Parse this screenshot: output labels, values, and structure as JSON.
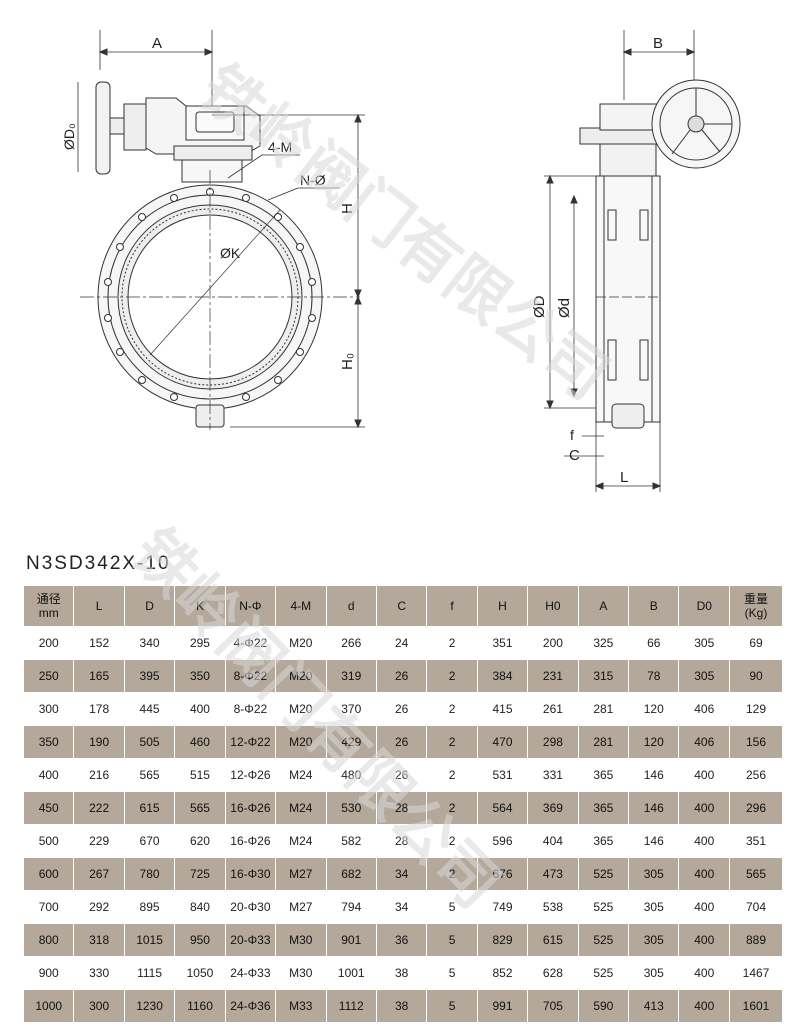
{
  "drawing": {
    "front_labels": [
      "A",
      "ØD₀",
      "4-M",
      "N-Ø",
      "H",
      "ØK",
      "H₀"
    ],
    "side_labels": [
      "B",
      "ØD",
      "Ød",
      "f",
      "C",
      "L"
    ]
  },
  "watermark": "铁岭阀门有限公司",
  "table": {
    "title": "N3SD342X-10",
    "headers": [
      "通径\nmm",
      "L",
      "D",
      "K",
      "N-Φ",
      "4-M",
      "d",
      "C",
      "f",
      "H",
      "H0",
      "A",
      "B",
      "D0",
      "重量\n(Kg)"
    ],
    "rows": [
      [
        "200",
        "152",
        "340",
        "295",
        "4-Φ22",
        "M20",
        "266",
        "24",
        "2",
        "351",
        "200",
        "325",
        "66",
        "305",
        "69"
      ],
      [
        "250",
        "165",
        "395",
        "350",
        "8-Φ22",
        "M20",
        "319",
        "26",
        "2",
        "384",
        "231",
        "315",
        "78",
        "305",
        "90"
      ],
      [
        "300",
        "178",
        "445",
        "400",
        "8-Φ22",
        "M20",
        "370",
        "26",
        "2",
        "415",
        "261",
        "281",
        "120",
        "406",
        "129"
      ],
      [
        "350",
        "190",
        "505",
        "460",
        "12-Φ22",
        "M20",
        "429",
        "26",
        "2",
        "470",
        "298",
        "281",
        "120",
        "406",
        "156"
      ],
      [
        "400",
        "216",
        "565",
        "515",
        "12-Φ26",
        "M24",
        "480",
        "26",
        "2",
        "531",
        "331",
        "365",
        "146",
        "400",
        "256"
      ],
      [
        "450",
        "222",
        "615",
        "565",
        "16-Φ26",
        "M24",
        "530",
        "28",
        "2",
        "564",
        "369",
        "365",
        "146",
        "400",
        "296"
      ],
      [
        "500",
        "229",
        "670",
        "620",
        "16-Φ26",
        "M24",
        "582",
        "28",
        "2",
        "596",
        "404",
        "365",
        "146",
        "400",
        "351"
      ],
      [
        "600",
        "267",
        "780",
        "725",
        "16-Φ30",
        "M27",
        "682",
        "34",
        "2",
        "676",
        "473",
        "525",
        "305",
        "400",
        "565"
      ],
      [
        "700",
        "292",
        "895",
        "840",
        "20-Φ30",
        "M27",
        "794",
        "34",
        "5",
        "749",
        "538",
        "525",
        "305",
        "400",
        "704"
      ],
      [
        "800",
        "318",
        "1015",
        "950",
        "20-Φ33",
        "M30",
        "901",
        "36",
        "5",
        "829",
        "615",
        "525",
        "305",
        "400",
        "889"
      ],
      [
        "900",
        "330",
        "1115",
        "1050",
        "24-Φ33",
        "M30",
        "1001",
        "38",
        "5",
        "852",
        "628",
        "525",
        "305",
        "400",
        "1467"
      ],
      [
        "1000",
        "300",
        "1230",
        "1160",
        "24-Φ36",
        "M33",
        "1112",
        "38",
        "5",
        "991",
        "705",
        "590",
        "413",
        "400",
        "1601"
      ]
    ]
  }
}
